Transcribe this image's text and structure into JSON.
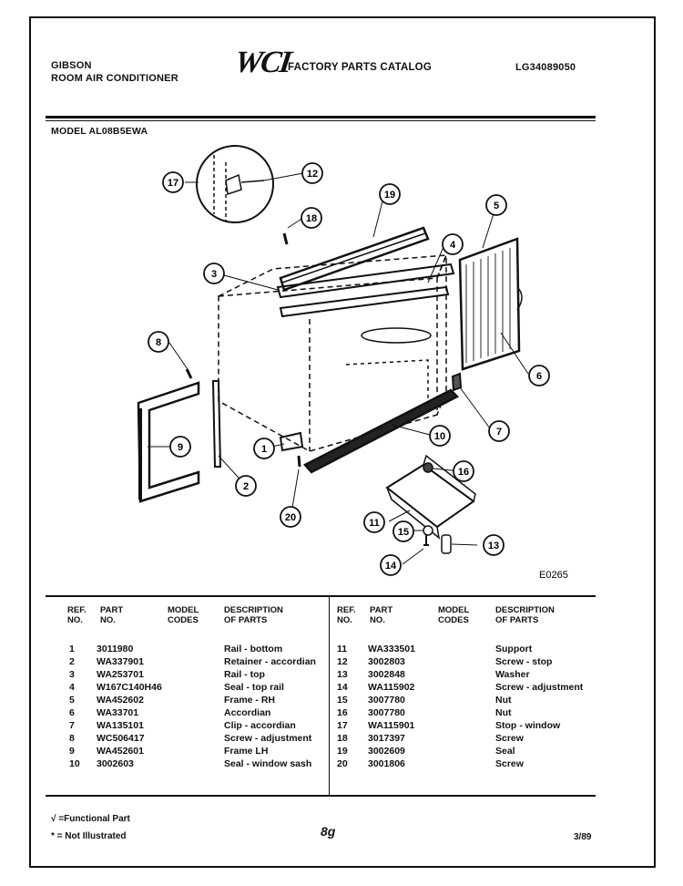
{
  "header": {
    "brand_line1": "GIBSON",
    "brand_line2": "ROOM AIR CONDITIONER",
    "logo_text": "WCI",
    "catalog_title": "FACTORY PARTS CATALOG",
    "catalog_number": "LG34089050",
    "model_label": "MODEL AL08B5EWA"
  },
  "diagram": {
    "figure_code": "E0265",
    "callouts": [
      "1",
      "2",
      "3",
      "4",
      "5",
      "6",
      "7",
      "8",
      "9",
      "10",
      "11",
      "12",
      "13",
      "14",
      "15",
      "16",
      "17",
      "18",
      "19",
      "20"
    ]
  },
  "table": {
    "headers": {
      "ref_no": [
        "REF.",
        "NO."
      ],
      "part_no": [
        "PART",
        "NO."
      ],
      "model_codes": [
        "MODEL",
        "CODES"
      ],
      "description": [
        "DESCRIPTION",
        "OF PARTS"
      ]
    },
    "left_rows": [
      {
        "ref": "1",
        "part": "3011980",
        "desc": "Rail - bottom"
      },
      {
        "ref": "2",
        "part": "WA337901",
        "desc": "Retainer - accordian"
      },
      {
        "ref": "3",
        "part": "WA253701",
        "desc": "Rail - top"
      },
      {
        "ref": "4",
        "part": "W167C140H46",
        "desc": "Seal - top rail"
      },
      {
        "ref": "5",
        "part": "WA452602",
        "desc": "Frame - RH"
      },
      {
        "ref": "6",
        "part": "WA33701",
        "desc": "Accordian"
      },
      {
        "ref": "7",
        "part": "WA135101",
        "desc": "Clip - accordian"
      },
      {
        "ref": "8",
        "part": "WC506417",
        "desc": "Screw - adjustment"
      },
      {
        "ref": "9",
        "part": "WA452601",
        "desc": "Frame LH"
      },
      {
        "ref": "10",
        "part": "3002603",
        "desc": "Seal - window sash"
      }
    ],
    "right_rows": [
      {
        "ref": "11",
        "part": "WA333501",
        "desc": "Support"
      },
      {
        "ref": "12",
        "part": "3002803",
        "desc": "Screw - stop"
      },
      {
        "ref": "13",
        "part": "3002848",
        "desc": "Washer"
      },
      {
        "ref": "14",
        "part": "WA115902",
        "desc": "Screw - adjustment"
      },
      {
        "ref": "15",
        "part": "3007780",
        "desc": "Nut"
      },
      {
        "ref": "16",
        "part": "3007780",
        "desc": "Nut"
      },
      {
        "ref": "17",
        "part": "WA115901",
        "desc": "Stop - window"
      },
      {
        "ref": "18",
        "part": "3017397",
        "desc": "Screw"
      },
      {
        "ref": "19",
        "part": "3002609",
        "desc": "Seal"
      },
      {
        "ref": "20",
        "part": "3001806",
        "desc": "Screw"
      }
    ]
  },
  "footer": {
    "functional_part": "√ =Functional Part",
    "not_illustrated": "* = Not Illustrated",
    "page_number": "8g",
    "date_code": "3/89"
  }
}
